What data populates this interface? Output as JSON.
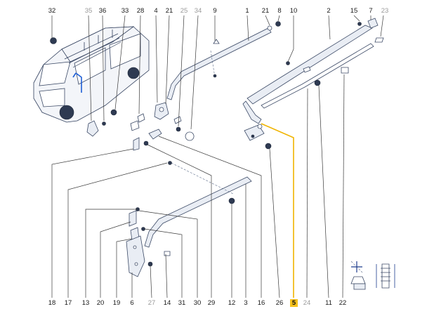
{
  "callouts_top": [
    {
      "id": "32",
      "muted": false
    },
    {
      "id": "35",
      "muted": true
    },
    {
      "id": "36",
      "muted": false
    },
    {
      "id": "33",
      "muted": false
    },
    {
      "id": "28",
      "muted": false
    },
    {
      "id": "4",
      "muted": false
    },
    {
      "id": "21",
      "muted": false
    },
    {
      "id": "25",
      "muted": true
    },
    {
      "id": "34",
      "muted": true
    },
    {
      "id": "9",
      "muted": false
    },
    {
      "id": "1",
      "muted": false
    },
    {
      "id": "21",
      "muted": false
    },
    {
      "id": "8",
      "muted": false
    },
    {
      "id": "10",
      "muted": false
    },
    {
      "id": "2",
      "muted": false
    },
    {
      "id": "15",
      "muted": false
    },
    {
      "id": "7",
      "muted": false
    },
    {
      "id": "23",
      "muted": true
    }
  ],
  "callouts_bottom": [
    {
      "id": "18",
      "muted": false
    },
    {
      "id": "17",
      "muted": false
    },
    {
      "id": "13",
      "muted": false
    },
    {
      "id": "20",
      "muted": false
    },
    {
      "id": "19",
      "muted": false
    },
    {
      "id": "6",
      "muted": false
    },
    {
      "id": "27",
      "muted": true
    },
    {
      "id": "14",
      "muted": false
    },
    {
      "id": "31",
      "muted": false
    },
    {
      "id": "30",
      "muted": false
    },
    {
      "id": "29",
      "muted": false
    },
    {
      "id": "12",
      "muted": false
    },
    {
      "id": "3",
      "muted": false
    },
    {
      "id": "16",
      "muted": false
    },
    {
      "id": "26",
      "muted": false
    },
    {
      "id": "5",
      "muted": false,
      "highlighted": true
    },
    {
      "id": "24",
      "muted": true
    },
    {
      "id": "11",
      "muted": false
    },
    {
      "id": "22",
      "muted": false
    }
  ],
  "colors": {
    "highlight": "#f6c21c",
    "muted_label": "#9a9a9a",
    "label": "#1a1a1a",
    "part_stroke": "#3c4a66",
    "window_line": "#1f5fd6"
  },
  "icons": {
    "van": "van-illustration",
    "torque": "torque-wrench-icon",
    "screw": "screw-dimension-icon"
  }
}
